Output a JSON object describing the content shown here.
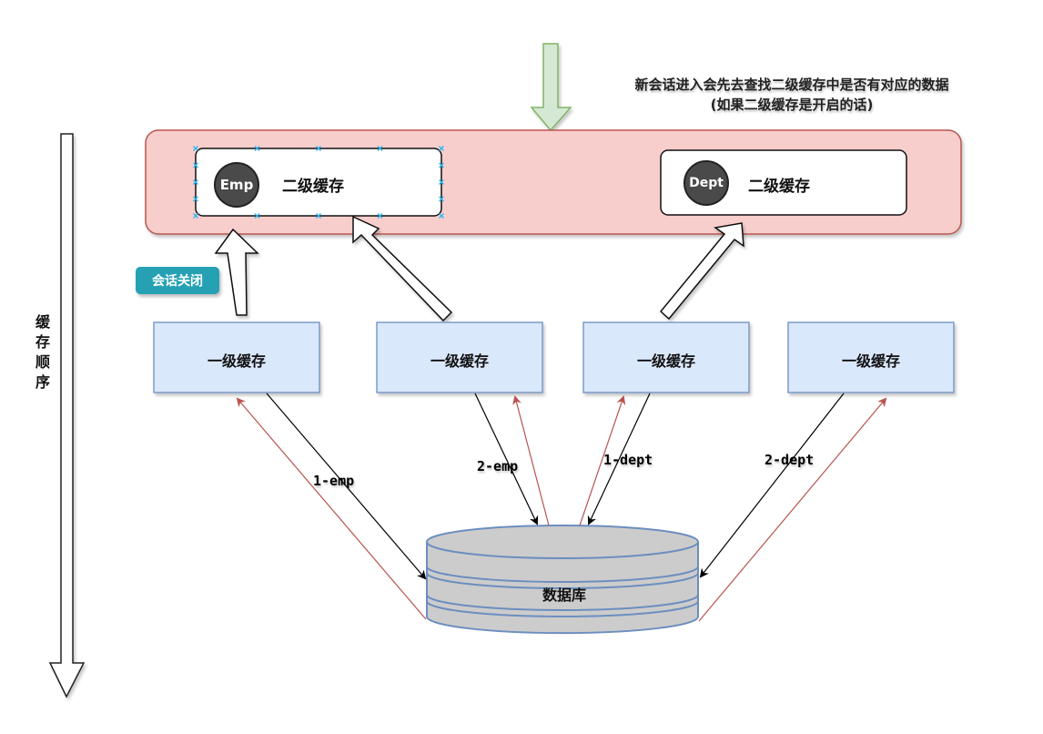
{
  "diagram": {
    "note": {
      "line1": "新会话进入会先去查找二级缓存中是否有对应的数据",
      "line2": "(如果二级缓存是开启的话)"
    },
    "cache_order_label": [
      "缓",
      "存",
      "顺",
      "序"
    ],
    "second_level_container": {
      "caches": [
        {
          "entity": "Emp",
          "label": "二级缓存",
          "selected": true
        },
        {
          "entity": "Dept",
          "label": "二级缓存",
          "selected": false
        }
      ]
    },
    "session_closed_badge": "会话关闭",
    "first_level_caches": [
      {
        "label": "一级缓存"
      },
      {
        "label": "一级缓存"
      },
      {
        "label": "一级缓存"
      },
      {
        "label": "一级缓存"
      }
    ],
    "database": {
      "label": "数据库"
    },
    "queries": [
      {
        "label": "1-emp"
      },
      {
        "label": "2-emp"
      },
      {
        "label": "1-dept"
      },
      {
        "label": "2-dept"
      }
    ],
    "colors": {
      "container_fill": "#f8cecc",
      "container_stroke": "#b85450",
      "l1_fill": "#dae8fc",
      "l1_stroke": "#6c8ebf",
      "db_fill": "#cccccc",
      "db_stroke": "#6c8ebf",
      "green_arrow_fill": "#d5e8d4",
      "green_arrow_stroke": "#82b366",
      "badge": "#26a1b4",
      "return_arrow": "#b85450",
      "query_arrow": "#000000",
      "selection_handle": "#29b6f2"
    }
  }
}
